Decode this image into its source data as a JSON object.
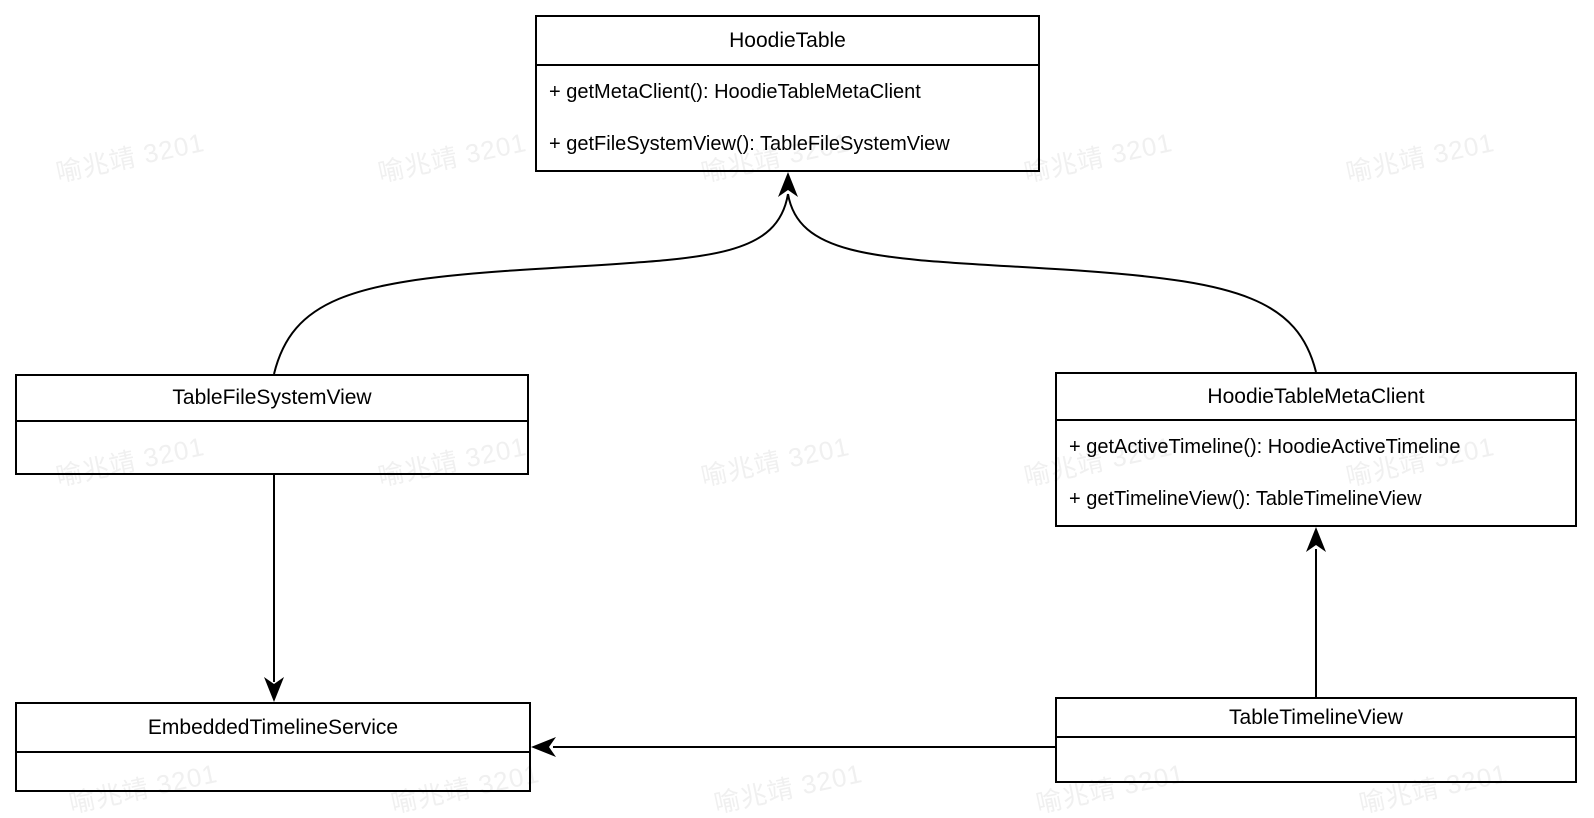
{
  "watermark": {
    "text": "喻兆靖 3201",
    "color": "#f0f0f0"
  },
  "diagram": {
    "type": "uml-class-diagram",
    "colors": {
      "border": "#000000",
      "text": "#000000",
      "background": "#ffffff"
    },
    "classes": {
      "hoodieTable": {
        "name": "HoodieTable",
        "methods": [
          "+ getMetaClient(): HoodieTableMetaClient",
          "+ getFileSystemView(): TableFileSystemView"
        ]
      },
      "tableFileSystemView": {
        "name": "TableFileSystemView",
        "methods": []
      },
      "hoodieTableMetaClient": {
        "name": "HoodieTableMetaClient",
        "methods": [
          "+ getActiveTimeline(): HoodieActiveTimeline",
          "+ getTimelineView(): TableTimelineView"
        ]
      },
      "embeddedTimelineService": {
        "name": "EmbeddedTimelineService",
        "methods": []
      },
      "tableTimelineView": {
        "name": "TableTimelineView",
        "methods": []
      }
    },
    "relations": [
      {
        "from": "TableFileSystemView",
        "to": "HoodieTable",
        "style": "curved-arrow"
      },
      {
        "from": "HoodieTableMetaClient",
        "to": "HoodieTable",
        "style": "curved-arrow"
      },
      {
        "from": "TableFileSystemView",
        "to": "EmbeddedTimelineService",
        "style": "straight-arrow"
      },
      {
        "from": "TableTimelineView",
        "to": "HoodieTableMetaClient",
        "style": "straight-arrow"
      },
      {
        "from": "TableTimelineView",
        "to": "EmbeddedTimelineService",
        "style": "straight-arrow"
      }
    ]
  }
}
